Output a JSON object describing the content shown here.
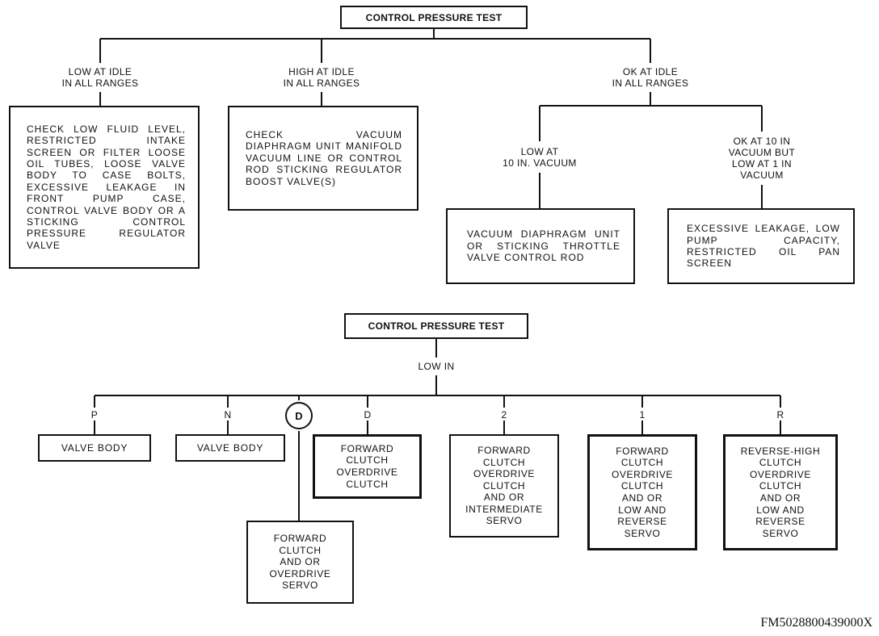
{
  "top_chart": {
    "root": "CONTROL PRESSURE TEST",
    "branch_low": "LOW AT IDLE\nIN ALL RANGES",
    "branch_high": "HIGH AT IDLE\nIN ALL RANGES",
    "branch_ok": "OK AT IDLE\nIN ALL RANGES",
    "box_low": "CHECK LOW FLUID LEVEL, RESTRICTED INTAKE SCREEN OR FILTER LOOSE OIL TUBES, LOOSE VALVE BODY TO CASE BOLTS, EXCESSIVE LEAKAGE IN FRONT PUMP CASE, CONTROL VALVE BODY OR A STICKING CONTROL PRESSURE REGULATOR VALVE",
    "box_high": "CHECK VACUUM DIAPHRAGM UNIT MANIFOLD VACUUM LINE OR CONTROL ROD STICKING REGULATOR BOOST VALVE(S)",
    "sub_low_10": "LOW AT\n10 IN. VACUUM",
    "sub_ok_10": "OK AT 10 IN\nVACUUM BUT\nLOW AT 1 IN\nVACUUM",
    "box_low_10": "VACUUM DIAPHRAGM UNIT OR STICKING THROTTLE VALVE CONTROL ROD",
    "box_ok_10": "EXCESSIVE LEAKAGE, LOW PUMP CAPACITY, RESTRICTED OIL PAN SCREEN"
  },
  "bottom_chart": {
    "root": "CONTROL PRESSURE TEST",
    "branch": "LOW IN",
    "ranges": {
      "p": "P",
      "n": "N",
      "od": "D",
      "d": "D",
      "two": "2",
      "one": "1",
      "r": "R"
    },
    "box_p": "VALVE BODY",
    "box_n": "VALVE BODY",
    "box_od": "FORWARD\nCLUTCH\nAND OR\nOVERDRIVE\nSERVO",
    "box_d": "FORWARD\nCLUTCH\nOVERDRIVE\nCLUTCH",
    "box_two": "FORWARD\nCLUTCH\nOVERDRIVE\nCLUTCH\nAND OR\nINTERMEDIATE\nSERVO",
    "box_one": "FORWARD\nCLUTCH\nOVERDRIVE\nCLUTCH\nAND OR\nLOW AND\nREVERSE\nSERVO",
    "box_r": "REVERSE-HIGH\nCLUTCH\nOVERDRIVE\nCLUTCH\nAND OR\nLOW AND\nREVERSE\nSERVO"
  },
  "figure_code": "FM5028800439000X"
}
